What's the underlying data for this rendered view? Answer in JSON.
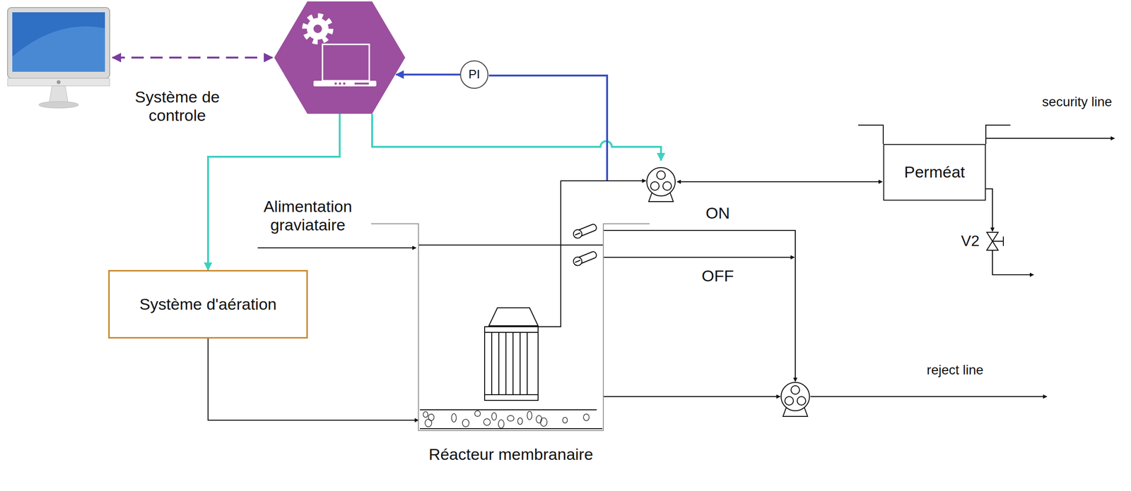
{
  "diagram": {
    "nodes": [
      {
        "text": [
          "Système de controle"
        ]
      },
      {
        "text": [
          "PI"
        ]
      },
      {
        "text": [
          "Perméat"
        ]
      },
      {
        "text": [
          "Système d'aération"
        ]
      },
      {
        "text": [
          "Réacteur membranaire"
        ]
      }
    ],
    "edges": [
      {
        "from": 0,
        "to": 3,
        "arrow": "to"
      },
      {
        "from": 3,
        "to": 4,
        "arrow": "to"
      },
      {
        "from": 1,
        "to": 0,
        "arrow": "to"
      }
    ],
    "labels": [
      "Alimentation graviataire",
      "ON",
      "OFF",
      "security line",
      "V2",
      "reject line"
    ]
  }
}
